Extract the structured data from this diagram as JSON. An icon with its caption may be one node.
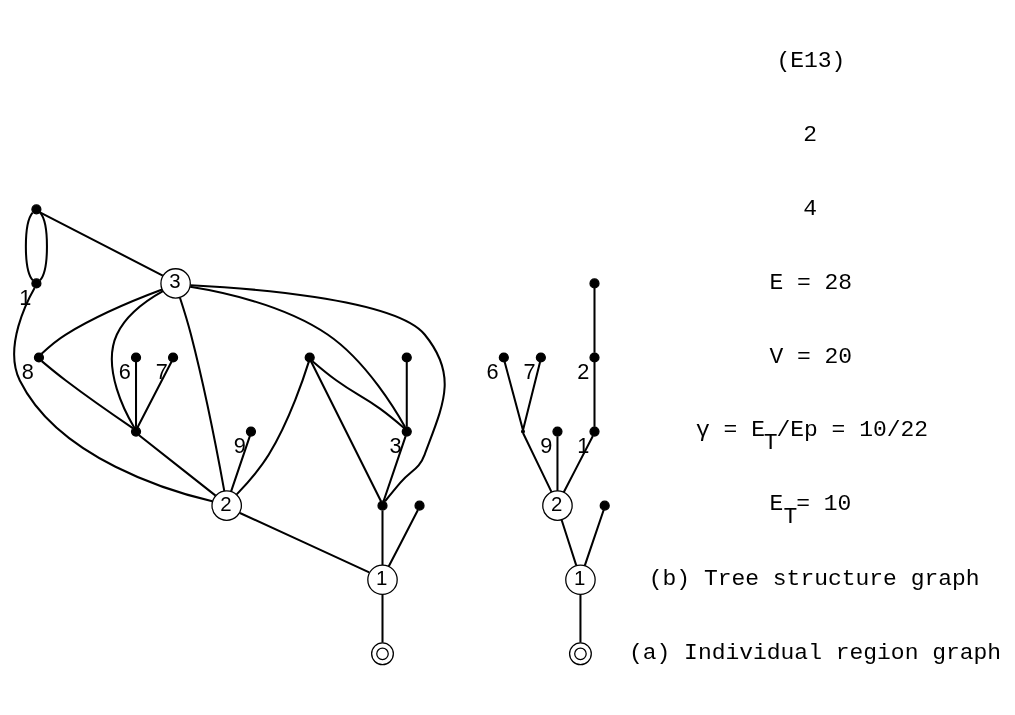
{
  "diagram": {
    "nodes": [
      {
        "text": [],
        "shape": "dot",
        "beside": [
          "6"
        ]
      },
      {
        "text": [],
        "shape": "dot",
        "beside": [
          "7"
        ]
      },
      {
        "text": [],
        "shape": "dot",
        "beside": [
          "8"
        ]
      },
      {
        "text": [],
        "shape": "dot"
      },
      {
        "text": [],
        "shape": "dot",
        "beside": [
          "9"
        ]
      },
      {
        "text": [
          "3"
        ]
      },
      {
        "text": [],
        "shape": "dot",
        "beside": [
          "1"
        ]
      },
      {
        "text": [],
        "shape": "dot"
      },
      {
        "text": [],
        "shape": "dot"
      },
      {
        "text": [
          "2"
        ]
      },
      {
        "text": [],
        "shape": "dot",
        "beside": [
          "3"
        ]
      },
      {
        "text": [],
        "shape": "dot"
      },
      {
        "text": [],
        "shape": "dot"
      },
      {
        "text": [],
        "shape": "dot"
      },
      {
        "text": [
          "1"
        ]
      },
      {
        "text": [],
        "shape": "bullseye"
      },
      {
        "text": [],
        "shape": "dot",
        "beside": [
          "6"
        ]
      },
      {
        "text": [],
        "shape": "dot",
        "beside": [
          "7"
        ]
      },
      {
        "text": [],
        "shape": "point"
      },
      {
        "text": [],
        "shape": "dot",
        "beside": [
          "9"
        ]
      },
      {
        "text": [],
        "shape": "dot"
      },
      {
        "text": [],
        "shape": "dot",
        "beside": [
          "1"
        ]
      },
      {
        "text": [
          "2"
        ]
      },
      {
        "text": [],
        "shape": "dot",
        "beside": [
          "2"
        ]
      },
      {
        "text": [],
        "shape": "dot"
      },
      {
        "text": [
          "1"
        ]
      },
      {
        "text": [],
        "shape": "bullseye"
      }
    ],
    "edges": [
      {
        "from": 15,
        "to": 14,
        "arrow": "none"
      },
      {
        "from": 14,
        "to": 13,
        "arrow": "none"
      },
      {
        "from": 14,
        "to": 9,
        "arrow": "none"
      },
      {
        "from": 14,
        "to": 12,
        "arrow": "none"
      },
      {
        "from": 12,
        "to": 11,
        "arrow": "none"
      },
      {
        "from": 12,
        "to": 10,
        "arrow": "none"
      },
      {
        "from": 12,
        "to": 5,
        "arrow": "none"
      },
      {
        "from": 10,
        "to": 7,
        "arrow": "none"
      },
      {
        "from": 10,
        "to": 5,
        "arrow": "none"
      },
      {
        "from": 10,
        "to": 11,
        "arrow": "none"
      },
      {
        "from": 5,
        "to": 8,
        "arrow": "none"
      },
      {
        "from": 6,
        "to": 8,
        "arrow": "none"
      },
      {
        "from": 6,
        "to": 8,
        "arrow": "none"
      },
      {
        "from": 9,
        "to": 6,
        "arrow": "none"
      },
      {
        "from": 9,
        "to": 5,
        "arrow": "none"
      },
      {
        "from": 9,
        "to": 3,
        "arrow": "none"
      },
      {
        "from": 9,
        "to": 4,
        "arrow": "none"
      },
      {
        "from": 9,
        "to": 11,
        "arrow": "none"
      },
      {
        "from": 3,
        "to": 0,
        "arrow": "none"
      },
      {
        "from": 3,
        "to": 1,
        "arrow": "none"
      },
      {
        "from": 3,
        "to": 2,
        "arrow": "none"
      },
      {
        "from": 3,
        "to": 5,
        "arrow": "none"
      },
      {
        "from": 2,
        "to": 5,
        "arrow": "none"
      },
      {
        "from": 26,
        "to": 25,
        "arrow": "none"
      },
      {
        "from": 25,
        "to": 24,
        "arrow": "none"
      },
      {
        "from": 25,
        "to": 22,
        "arrow": "none"
      },
      {
        "from": 22,
        "to": 19,
        "arrow": "none"
      },
      {
        "from": 22,
        "to": 18,
        "arrow": "none"
      },
      {
        "from": 18,
        "to": 16,
        "arrow": "none"
      },
      {
        "from": 18,
        "to": 17,
        "arrow": "none"
      },
      {
        "from": 22,
        "to": 21,
        "arrow": "none"
      },
      {
        "from": 21,
        "to": 23,
        "arrow": "none"
      },
      {
        "from": 23,
        "to": 20,
        "arrow": "none"
      }
    ],
    "labels": [
      "(E13)",
      "2",
      "4",
      "E = 28",
      "V = 20",
      "γ = E$_{T}$/Ep = 10/22",
      "E$_{T}$= 10",
      "(b) Tree structure graph",
      "(a) Individual region graph"
    ]
  }
}
